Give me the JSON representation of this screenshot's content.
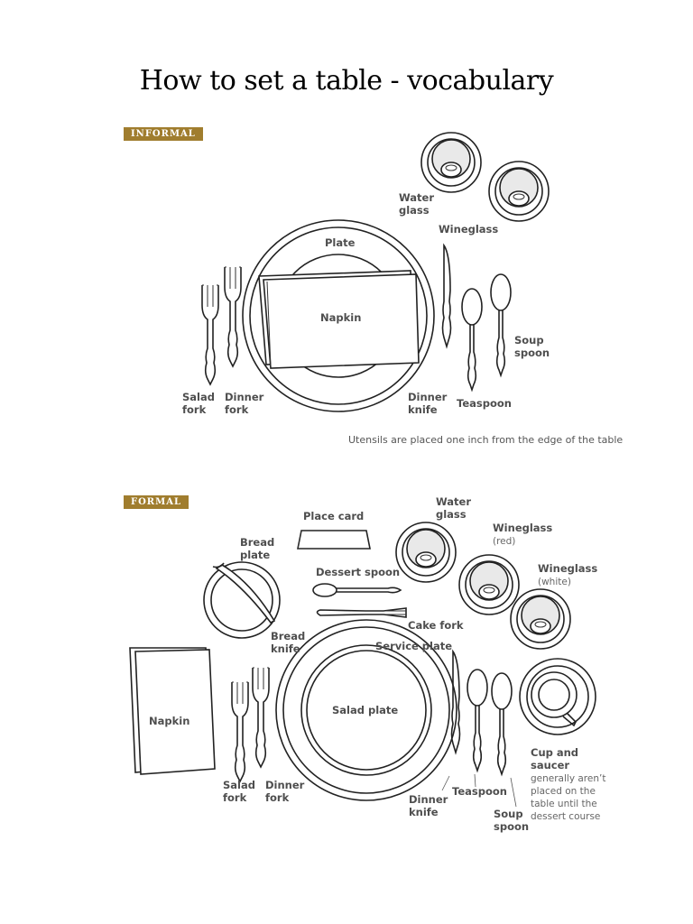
{
  "title": "How to set a table - vocabulary",
  "informal": {
    "badge": "INFORMAL",
    "labels": {
      "water_glass": "Water\nglass",
      "wineglass": "Wineglass",
      "plate": "Plate",
      "napkin": "Napkin",
      "soup_spoon": "Soup\nspoon",
      "salad_fork": "Salad\nfork",
      "dinner_fork": "Dinner\nfork",
      "dinner_knife": "Dinner\nknife",
      "teaspoon": "Teaspoon"
    },
    "note": "Utensils are placed one inch from the edge of the table"
  },
  "formal": {
    "badge": "FORMAL",
    "labels": {
      "water_glass": "Water\nglass",
      "wineglass_red": "Wineglass",
      "wineglass_red_sub": "(red)",
      "wineglass_white": "Wineglass",
      "wineglass_white_sub": "(white)",
      "place_card": "Place card",
      "bread_plate": "Bread\nplate",
      "dessert_spoon": "Dessert spoon",
      "cake_fork": "Cake fork",
      "bread_knife": "Bread\nknife",
      "service_plate": "Service plate",
      "salad_plate": "Salad plate",
      "napkin": "Napkin",
      "salad_fork": "Salad\nfork",
      "dinner_fork": "Dinner\nfork",
      "dinner_knife": "Dinner\nknife",
      "teaspoon": "Teaspoon",
      "soup_spoon": "Soup\nspoon",
      "cup_and_saucer": "Cup and\nsaucer",
      "cup_note": "generally aren’t\nplaced on the\ntable until the\ndessert course"
    }
  },
  "colors": {
    "badge": "#a07d2e",
    "line": "#222222",
    "label": "#4e4e4e"
  }
}
